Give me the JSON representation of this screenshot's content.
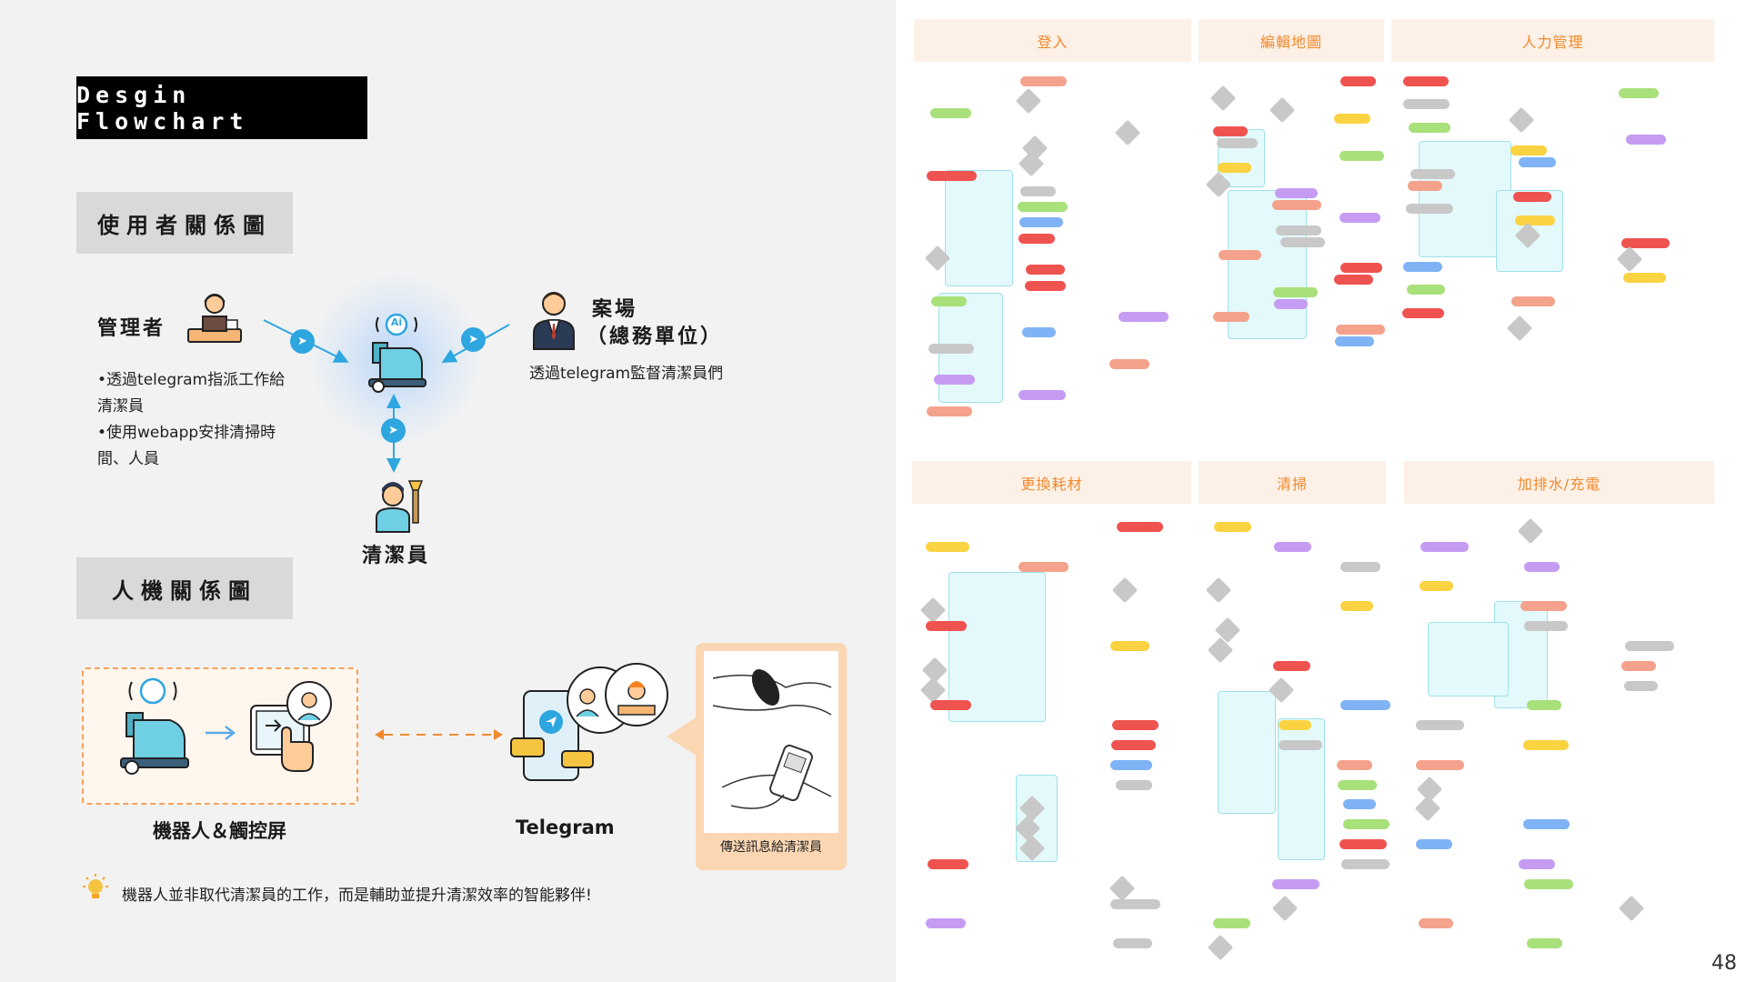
{
  "left": {
    "title": "Desgin Flowchart",
    "section1": "使用者關係圖",
    "section2": "人機關係圖",
    "manager": {
      "title": "管理者",
      "bullet1": "•透過telegram指派工作給清潔員",
      "bullet2": "•使用webapp安排清掃時間、人員"
    },
    "site": {
      "title_line1": "案場",
      "title_line2": "（總務單位）",
      "desc": "透過telegram監督清潔員們"
    },
    "cleaner": {
      "title": "清潔員"
    },
    "robot_ai_label": "Ai",
    "robot_caption": "機器人＆觸控屏",
    "telegram_caption": "Telegram",
    "message_caption": "傳送訊息給清潔員",
    "tip": "機器人並非取代清潔員的工作，而是輔助並提升清潔效率的智能夥伴!"
  },
  "right": {
    "headers_top": [
      "登入",
      "編輯地圖",
      "人力管理"
    ],
    "headers_bottom": [
      "更換耗材",
      "清掃",
      "加排水/充電"
    ],
    "page_number": "48"
  },
  "colors": {
    "accent_orange": "#f08a2e",
    "telegram_blue": "#2ea6df",
    "node_yellow": "#f9d342",
    "node_green": "#a8e07a",
    "node_blue": "#7fb3f5",
    "node_red": "#ef5350",
    "node_salmon": "#f4a28c",
    "node_gray": "#c8c8c8",
    "node_purple": "#c59cf2"
  }
}
